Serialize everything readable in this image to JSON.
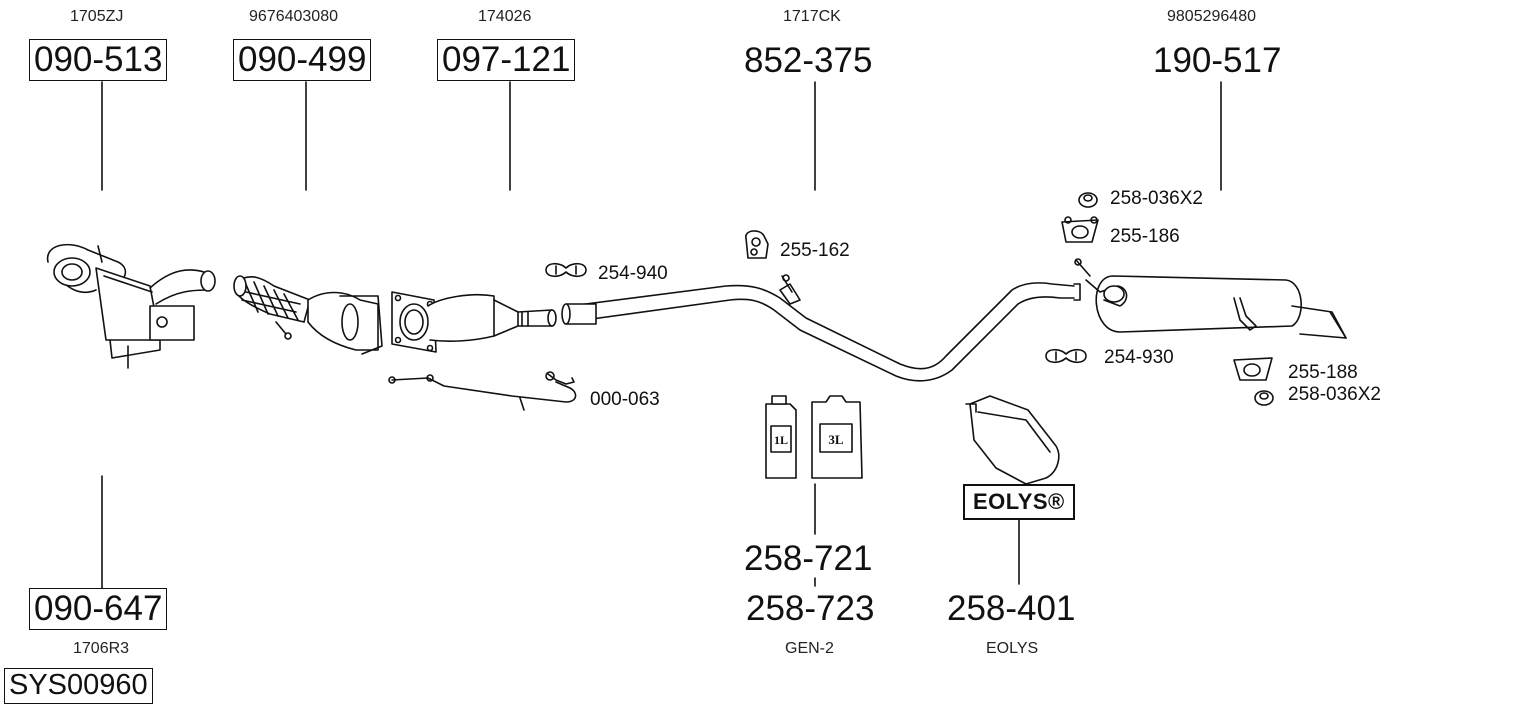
{
  "top_parts": [
    {
      "ref": "1705ZJ",
      "part": "090-513",
      "boxed": true
    },
    {
      "ref": "9676403080",
      "part": "090-499",
      "boxed": true
    },
    {
      "ref": "174026",
      "part": "097-121",
      "boxed": true
    },
    {
      "ref": "1717CK",
      "part": "852-375",
      "boxed": false
    },
    {
      "ref": "9805296480",
      "part": "190-517",
      "boxed": false
    }
  ],
  "bottom_left": {
    "part": "090-647",
    "ref": "1706R3",
    "system": "SYS00960"
  },
  "small_labels": {
    "clamp_front": "254-940",
    "hanger_mid": "255-162",
    "sensor": "000-063",
    "nut_top": "258-036X2",
    "hanger_top": "255-186",
    "clamp_rear": "254-930",
    "hanger_rear": "255-188",
    "nut_rear": "258-036X2"
  },
  "additives": {
    "part_1": "258-721",
    "part_2": "258-723",
    "label": "GEN-2",
    "can_small": "1L",
    "can_large": "3L"
  },
  "eolys": {
    "badge": "EOLYS®",
    "part": "258-401",
    "label": "EOLYS"
  }
}
